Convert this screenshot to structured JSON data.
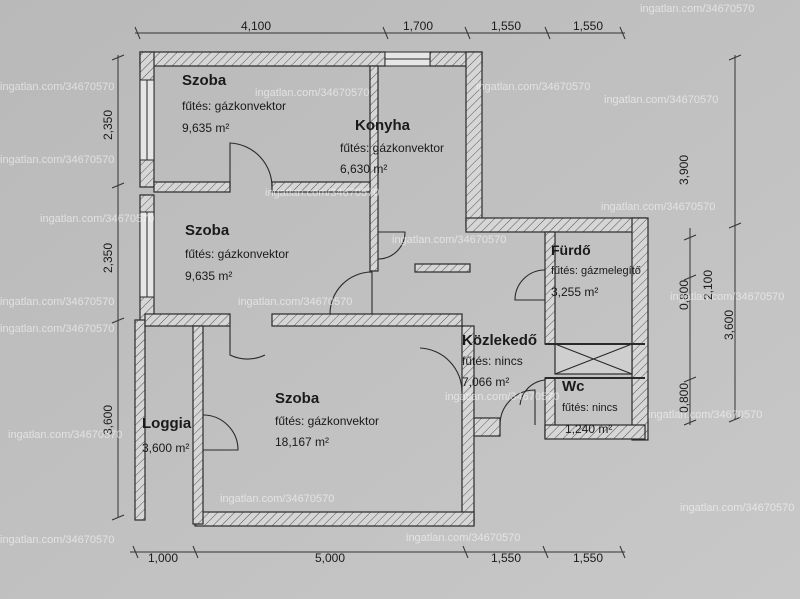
{
  "watermark": "ingatlan.com/34670570",
  "dimensions": {
    "top": [
      "4,100",
      "1,700",
      "1,550",
      "1,550"
    ],
    "bottom": [
      "1,000",
      "5,000",
      "1,550",
      "1,550"
    ],
    "left": [
      "2,350",
      "2,350",
      "3,600"
    ],
    "right_outer": [
      "3,900",
      "3,600"
    ],
    "right_inner": [
      "0,800",
      "2,100",
      "0,800"
    ]
  },
  "rooms": [
    {
      "name": "Szoba",
      "heating": "fűtés: gázkonvektor",
      "area": "9,635 m²"
    },
    {
      "name": "Konyha",
      "heating": "fűtés: gázkonvektor",
      "area": "6,630 m²"
    },
    {
      "name": "Szoba",
      "heating": "fűtés: gázkonvektor",
      "area": "9,635 m²"
    },
    {
      "name": "Fürdő",
      "heating": "fűtés: gázmelegítő",
      "area": "3,255 m²"
    },
    {
      "name": "Közlekedő",
      "heating": "fűtés: nincs",
      "area": "7,066 m²"
    },
    {
      "name": "Wc",
      "heating": "fűtés: nincs",
      "area": "1,240 m²"
    },
    {
      "name": "Szoba",
      "heating": "fűtés: gázkonvektor",
      "area": "18,167 m²"
    },
    {
      "name": "Loggia",
      "heating": "",
      "area": "3,600 m²"
    }
  ],
  "colors": {
    "paper": "#c0c0c0",
    "wall": "#d8d8d8",
    "line": "#2a2a2a",
    "watermark": "#ffffff"
  }
}
